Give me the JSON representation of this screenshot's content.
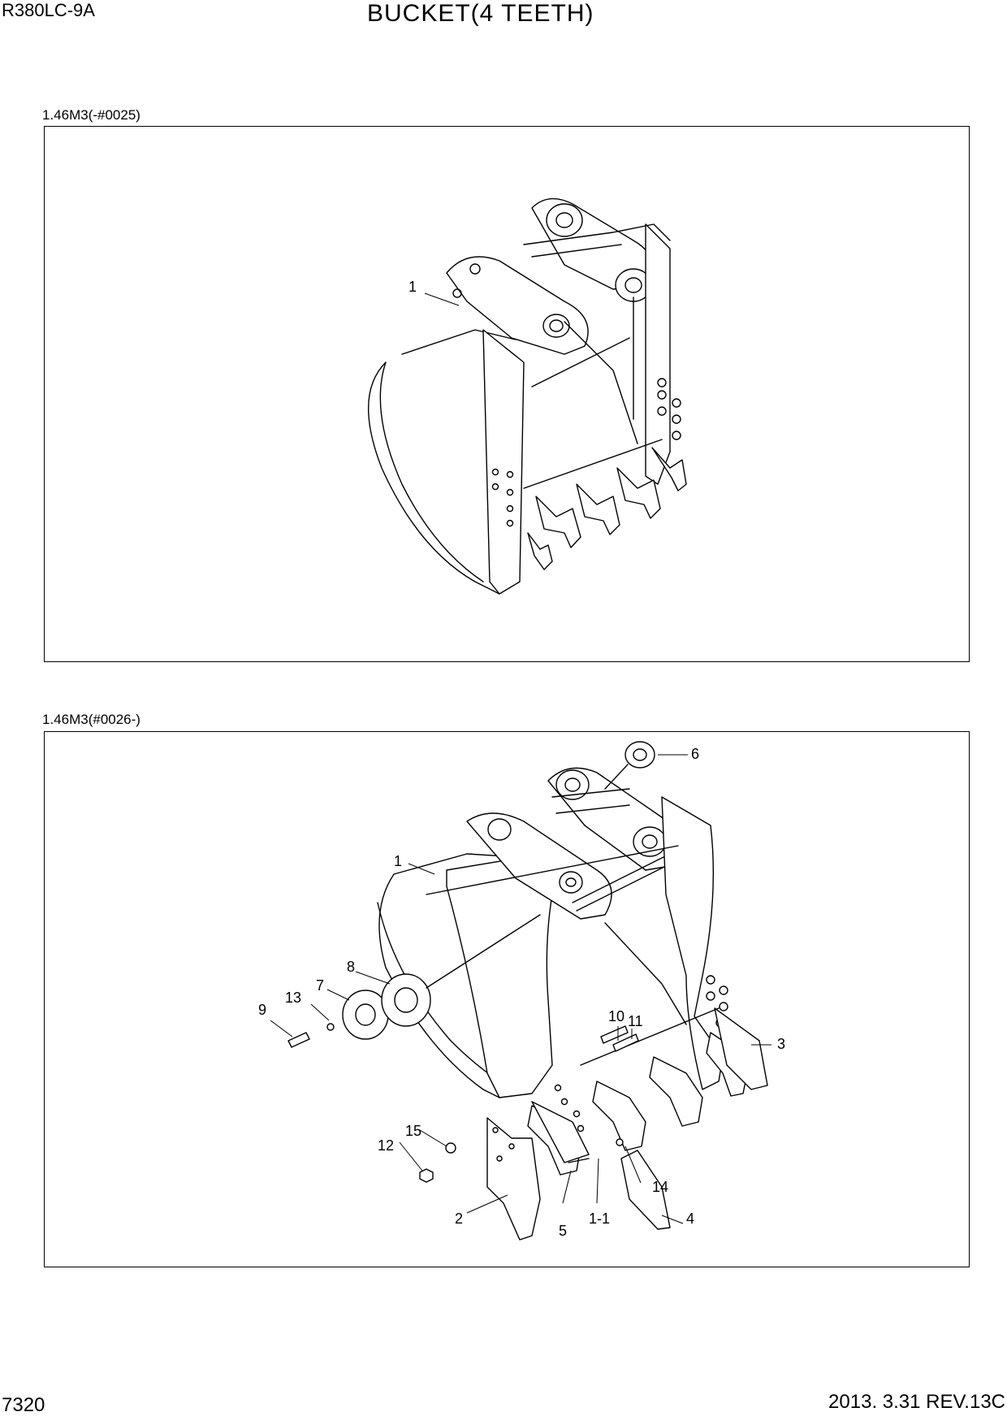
{
  "header": {
    "model": "R380LC-9A",
    "title": "BUCKET(4 TEETH)"
  },
  "sections": [
    {
      "label": "1.46M3(-#0025)",
      "callouts": [
        "1"
      ]
    },
    {
      "label": "1.46M3(#0026-)",
      "callouts": [
        "1",
        "1-1",
        "2",
        "3",
        "4",
        "5",
        "6",
        "7",
        "8",
        "9",
        "10",
        "11",
        "12",
        "13",
        "14",
        "15"
      ]
    }
  ],
  "footer": {
    "page": "7320",
    "date_rev": "2013. 3.31  REV.13C"
  }
}
